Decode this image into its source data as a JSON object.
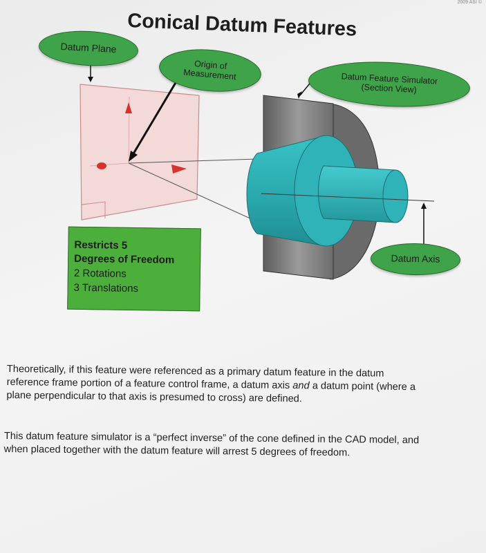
{
  "corner_mark": "2009 ASI ©",
  "title": "Conical Datum Features",
  "callouts": {
    "datum_plane": "Datum Plane",
    "origin_line1": "Origin of",
    "origin_line2": "Measurement",
    "simulator_line1": "Datum Feature Simulator",
    "simulator_line2": "(Section View)",
    "datum_axis": "Datum Axis"
  },
  "dof_box": {
    "line1": "Restricts 5",
    "line2": "Degrees of Freedom",
    "line3": "2 Rotations",
    "line4": "3 Translations"
  },
  "paragraph1": {
    "line1": "Theoretically, if this feature were referenced as a primary datum feature in the datum",
    "line2_before": "reference frame portion of a feature control frame, a datum axis ",
    "line2_em": "and",
    "line2_after": " a datum point (where a",
    "line3": "plane perpendicular to that axis is presumed to cross) are defined."
  },
  "paragraph2": {
    "line1": "This datum feature simulator is a “perfect inverse” of the cone defined in the CAD model, and",
    "line2": "when placed together with the datum feature will arrest 5 degrees of freedom."
  },
  "colors": {
    "callout_green": "#3fa34a",
    "box_green": "#4caf3c",
    "plane_fill": "#f3d6d6",
    "cone_teal": "#2fb3b8",
    "simulator_gray": "#7a7a7a"
  }
}
